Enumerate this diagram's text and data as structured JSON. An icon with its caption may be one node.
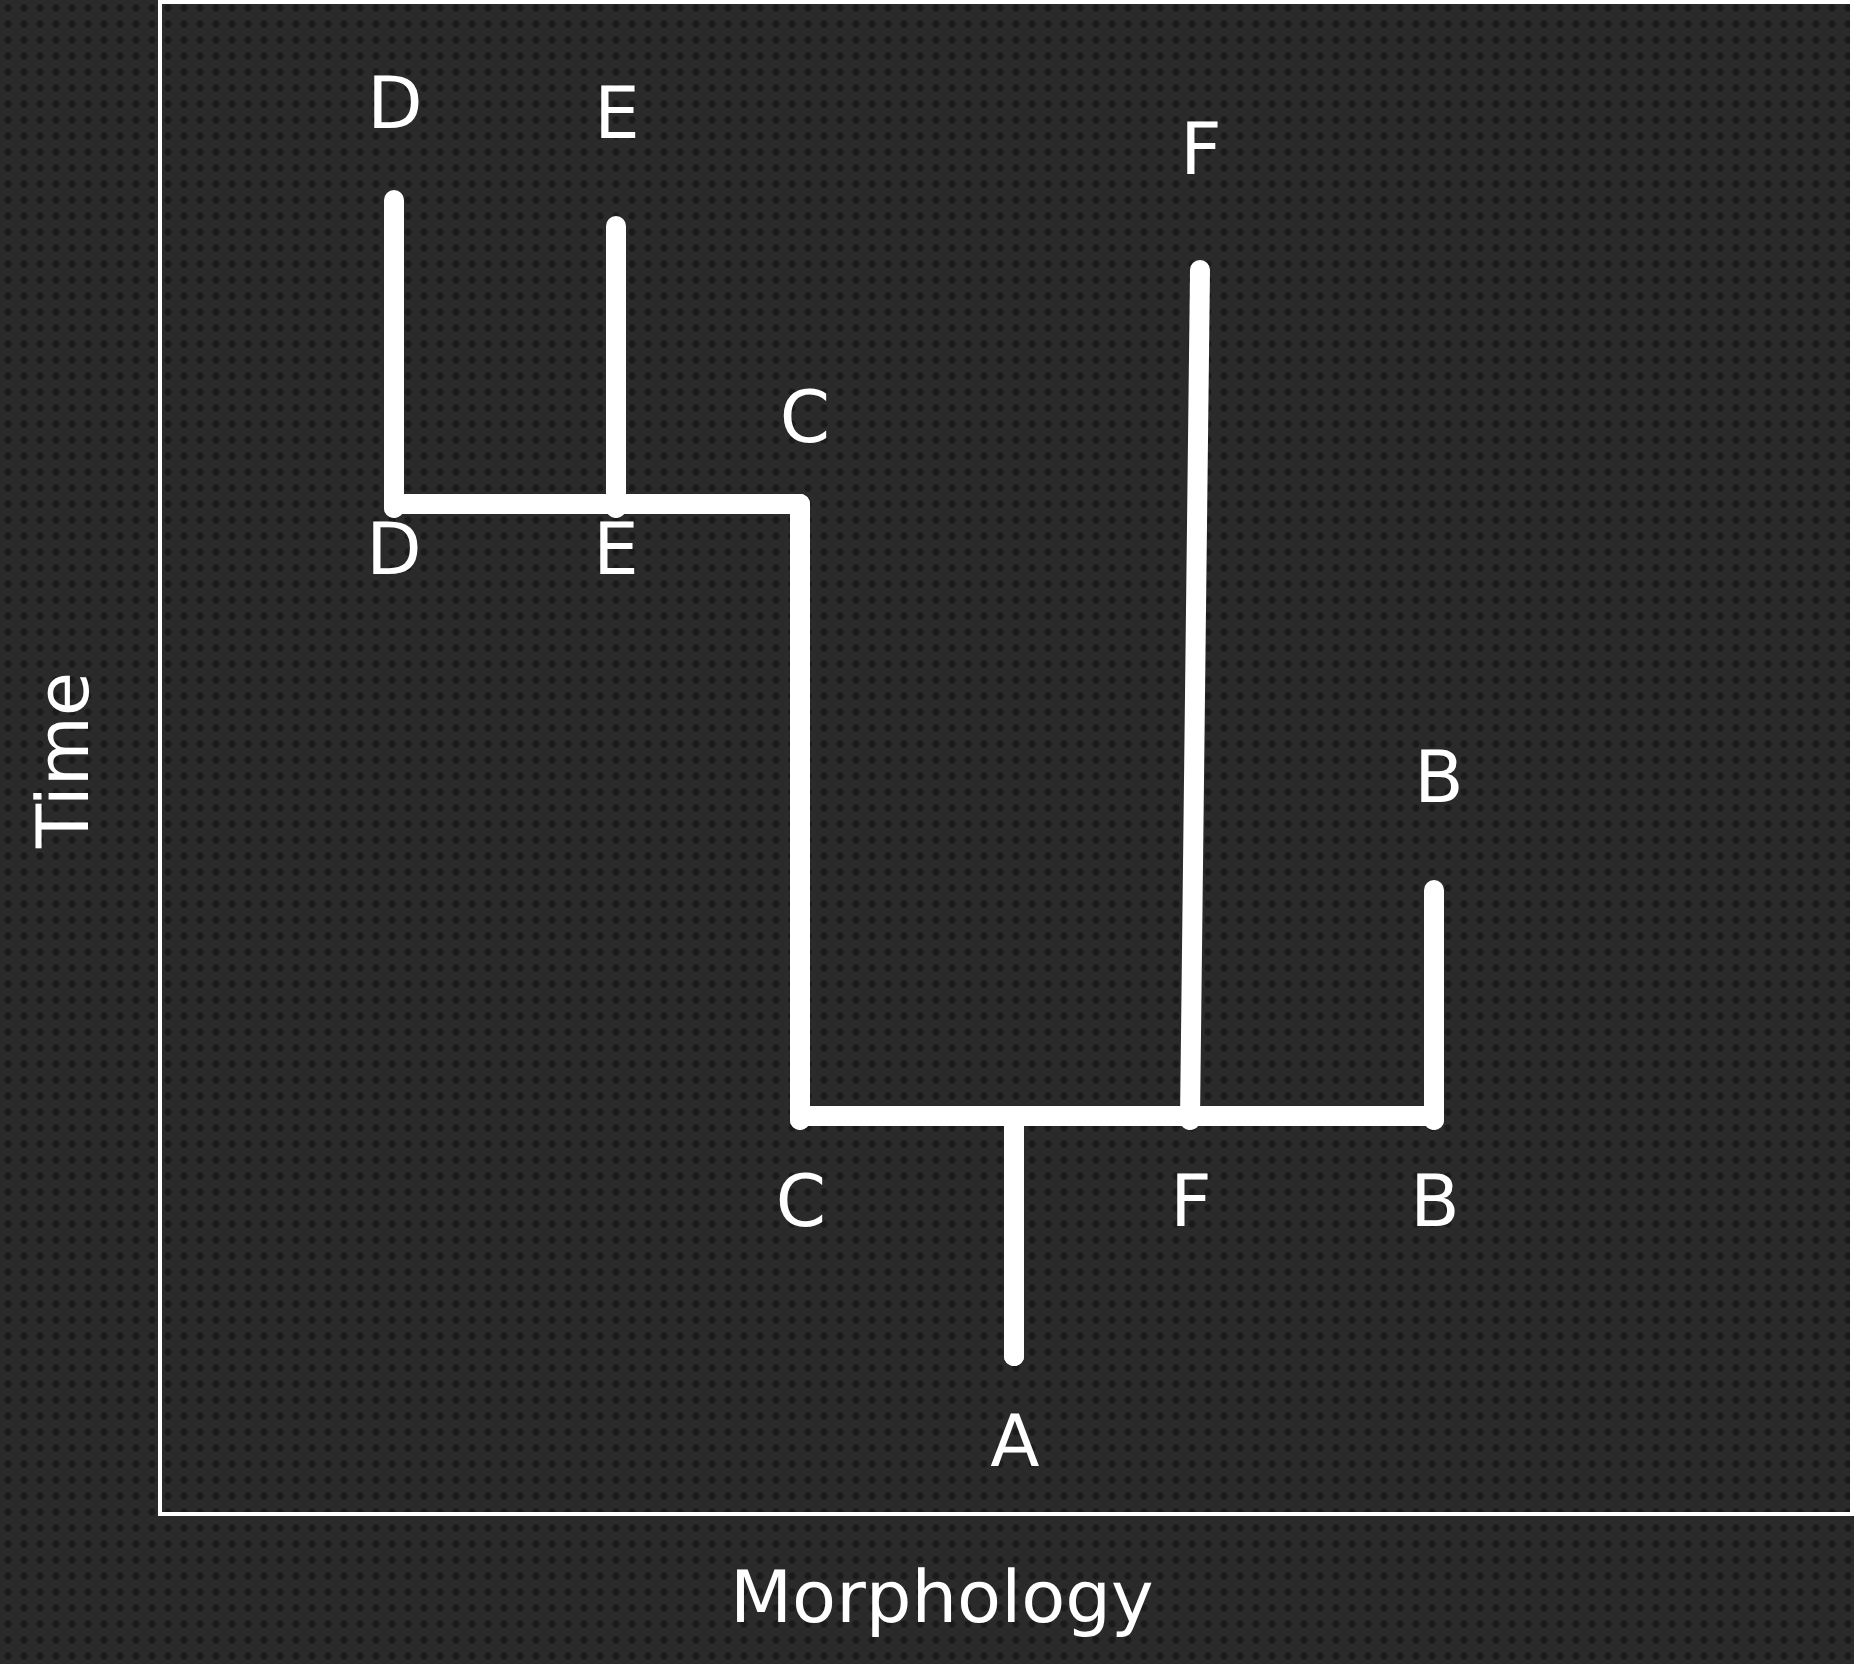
{
  "diagram": {
    "nodes": [
      {
        "text": [
          "D"
        ]
      },
      {
        "text": [
          "E"
        ]
      },
      {
        "text": [
          "F"
        ]
      },
      {
        "text": [
          "C"
        ]
      },
      {
        "text": [
          "D"
        ]
      },
      {
        "text": [
          "E"
        ]
      },
      {
        "text": [
          "B"
        ]
      },
      {
        "text": [
          "C"
        ]
      },
      {
        "text": [
          "F"
        ]
      },
      {
        "text": [
          "B"
        ]
      },
      {
        "text": [
          "A"
        ]
      }
    ],
    "edges": [
      {
        "from": 10,
        "to": 7,
        "arrow": "none"
      },
      {
        "from": 10,
        "to": 8,
        "arrow": "none"
      },
      {
        "from": 10,
        "to": 9,
        "arrow": "none"
      },
      {
        "from": 7,
        "to": 3,
        "arrow": "none"
      },
      {
        "from": 3,
        "to": 4,
        "arrow": "none"
      },
      {
        "from": 3,
        "to": 5,
        "arrow": "none"
      },
      {
        "from": 4,
        "to": 0,
        "arrow": "none"
      },
      {
        "from": 5,
        "to": 1,
        "arrow": "none"
      },
      {
        "from": 8,
        "to": 2,
        "arrow": "none"
      },
      {
        "from": 9,
        "to": 6,
        "arrow": "none"
      }
    ],
    "labels": [
      "Time",
      "Morphology"
    ]
  }
}
